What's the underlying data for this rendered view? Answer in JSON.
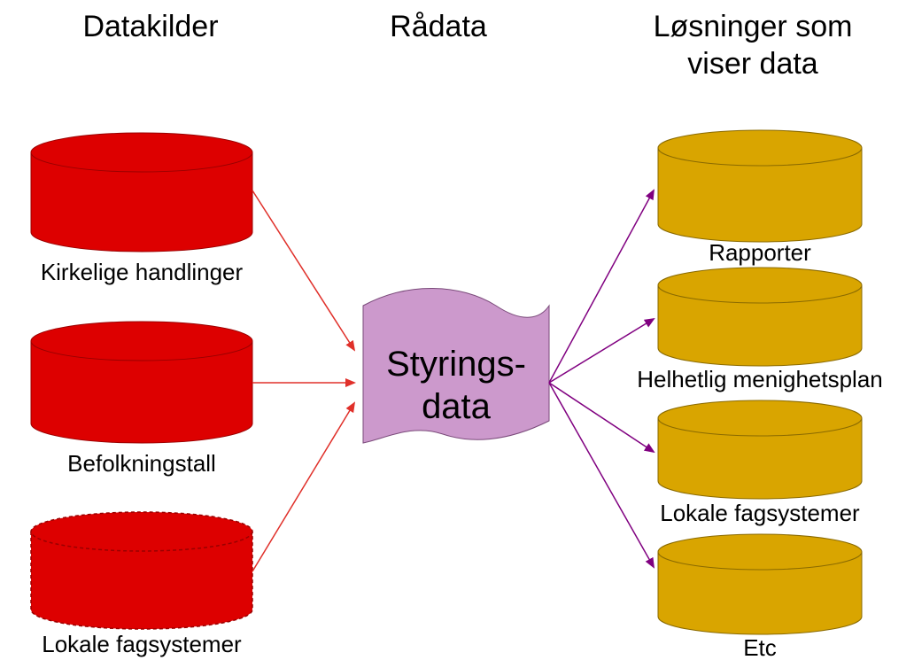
{
  "headings": {
    "sources": "Datakilder",
    "raw": "Rådata",
    "solutions_line1": "Løsninger som",
    "solutions_line2": "viser data"
  },
  "sources": [
    {
      "label": "Kirkelige handlinger",
      "style": "solid"
    },
    {
      "label": "Befolkningstall",
      "style": "solid"
    },
    {
      "label": "Lokale fagsystemer",
      "style": "dashed"
    }
  ],
  "center": {
    "line1": "Styrings-",
    "line2": "data"
  },
  "outputs": [
    {
      "label": "Rapporter"
    },
    {
      "label": "Helhetlig menighetsplan"
    },
    {
      "label": "Lokale fagsystemer"
    },
    {
      "label": "Etc"
    }
  ],
  "colors": {
    "source_fill": "#dd0000",
    "output_fill": "#d9a500",
    "center_fill": "#cc99cc",
    "input_arrow": "#e0302a",
    "output_arrow": "#800080"
  }
}
